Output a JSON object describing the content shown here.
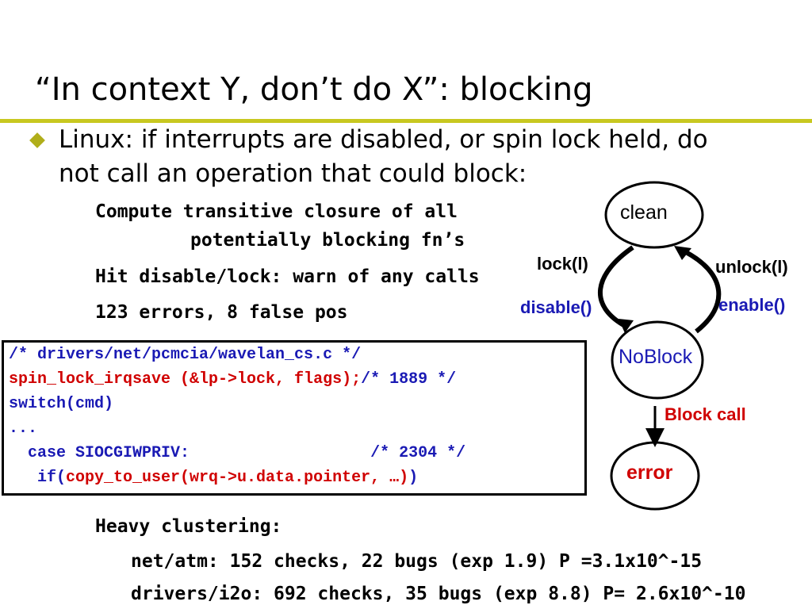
{
  "slide": {
    "title": "“In context Y, don’t do X”: blocking",
    "bullet_line1": "Linux: if interrupts are disabled, or spin lock held, do",
    "bullet_line2": "not call an operation that could block:",
    "sub1_line1": "Compute transitive closure of all",
    "sub1_line2": "potentially blocking fn’s",
    "sub2": "Hit disable/lock: warn of any calls",
    "sub3": "123 errors, 8 false pos",
    "heavy_title": "Heavy clustering:",
    "heavy_line1": "net/atm:    152 checks, 22 bugs (exp 1.9) P =3.1x10^-15",
    "heavy_line2": "drivers/i2o: 692 checks, 35 bugs (exp 8.8) P= 2.6x10^-10"
  },
  "code": {
    "line1": "/* drivers/net/pcmcia/wavelan_cs.c */",
    "line2a": "spin_lock_irqsave (&lp->lock, flags);",
    "line2b": "/* 1889 */",
    "line3": "switch(cmd)",
    "line4": "...",
    "line5a": "  case SIOCGIWPRIV:",
    "line5b": "                   /* 2304 */",
    "line6a": "   if(",
    "line6b": "copy_to_user(wrq->u.data.pointer, …)",
    "line6c": ")"
  },
  "diagram": {
    "node_clean": "clean",
    "node_noblock": "NoBlock",
    "node_error": "error",
    "edge_lock": "lock(l)",
    "edge_disable": "disable()",
    "edge_unlock": "unlock(l)",
    "edge_enable": "enable()",
    "edge_block": "Block call"
  },
  "colors": {
    "accent_rule": "#c8c820",
    "bullet": "#b0ae1a",
    "red": "#d00000",
    "blue": "#1a1ab4"
  }
}
